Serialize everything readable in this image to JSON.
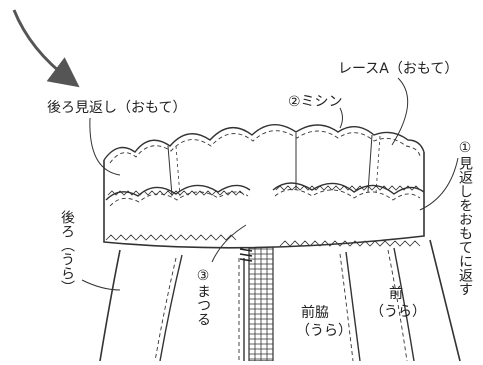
{
  "labels": {
    "lace_a": "レースA（おもて）",
    "back_facing": "後ろ見返し（おもて）",
    "machine": "②ミシン",
    "fold_facing": "①見返しをおもてに返す",
    "back_wrong": "後ろ（うら）",
    "hand_stitch": "③まつる",
    "front_side": "前脇",
    "front_side_wrong": "（うら）",
    "front": "前",
    "front_wrong": "（うら）"
  },
  "colors": {
    "line": "#3a3a3a",
    "arrow": "#555555",
    "background": "#ffffff"
  }
}
